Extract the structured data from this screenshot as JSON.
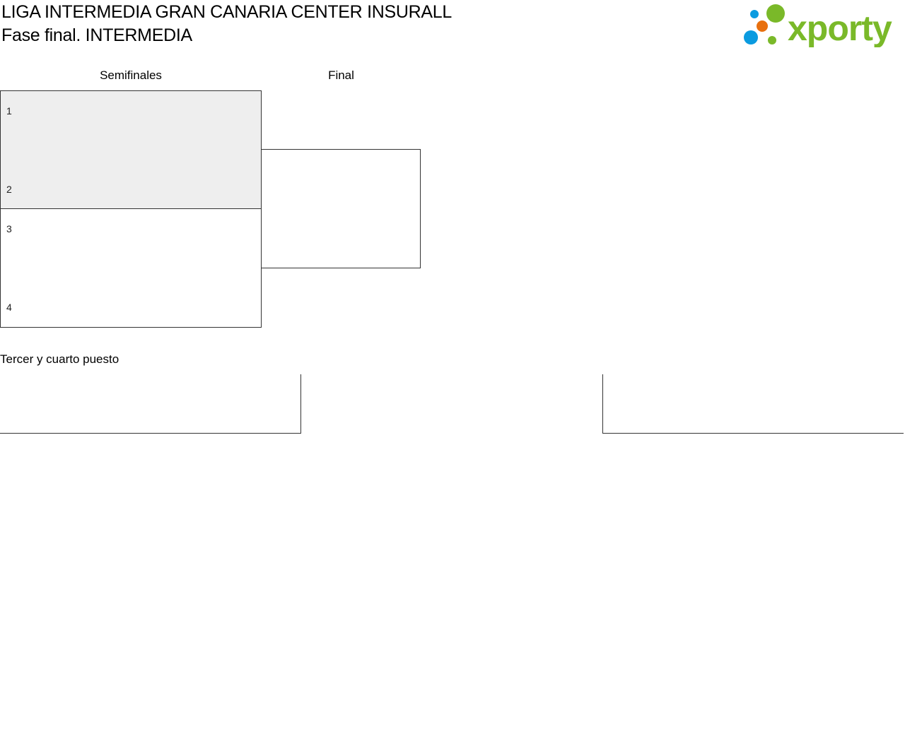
{
  "header": {
    "title": "LIGA INTERMEDIA GRAN CANARIA CENTER INSURALL",
    "subtitle": "Fase final. INTERMEDIA",
    "logo_text": "xporty"
  },
  "rounds": [
    {
      "label": "Semifinales"
    },
    {
      "label": "Final"
    }
  ],
  "semifinals": [
    {
      "seeds": [
        "1",
        "2"
      ]
    },
    {
      "seeds": [
        "3",
        "4"
      ]
    }
  ],
  "third_place": {
    "label": "Tercer y cuarto puesto"
  },
  "colors": {
    "logo_green": "#7ab929",
    "logo_blue": "#0a9be0",
    "logo_orange": "#e8700f",
    "highlight": "#eeeeee"
  }
}
